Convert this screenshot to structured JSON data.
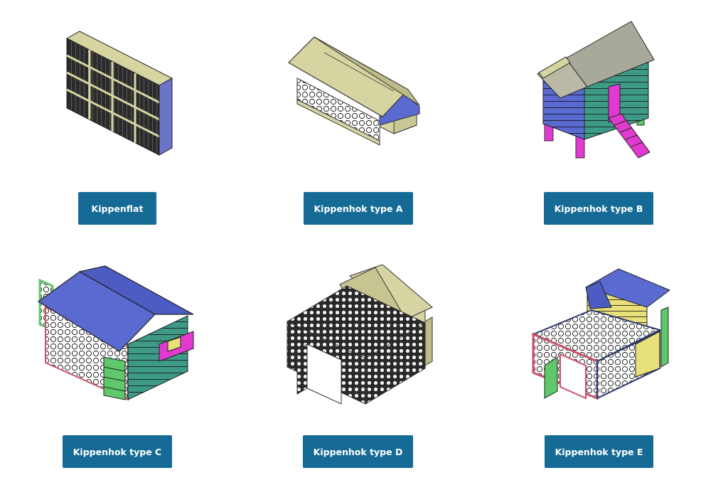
{
  "products": [
    {
      "label": "Kippenflat",
      "image_icon": "chicken-flat-3d-drawing"
    },
    {
      "label": "Kippenhok type A",
      "image_icon": "chicken-coop-type-a-3d-drawing"
    },
    {
      "label": "Kippenhok type B",
      "image_icon": "chicken-coop-type-b-3d-drawing"
    },
    {
      "label": "Kippenhok type C",
      "image_icon": "chicken-coop-type-c-3d-drawing"
    },
    {
      "label": "Kippenhok type D",
      "image_icon": "chicken-coop-type-d-3d-drawing"
    },
    {
      "label": "Kippenhok type E",
      "image_icon": "chicken-coop-type-e-3d-drawing"
    }
  ],
  "colors": {
    "button_bg": "#156b95",
    "button_text": "#ffffff",
    "roof_khaki": "#d6d5a2",
    "roof_blue": "#5a6ad0",
    "wall_teal": "#3d9a86",
    "accent_magenta": "#e23ad0",
    "accent_green": "#5ec86a",
    "mesh_white": "#ffffff",
    "frame_yellow": "#e8e07a",
    "frame_red": "#c8506a"
  }
}
